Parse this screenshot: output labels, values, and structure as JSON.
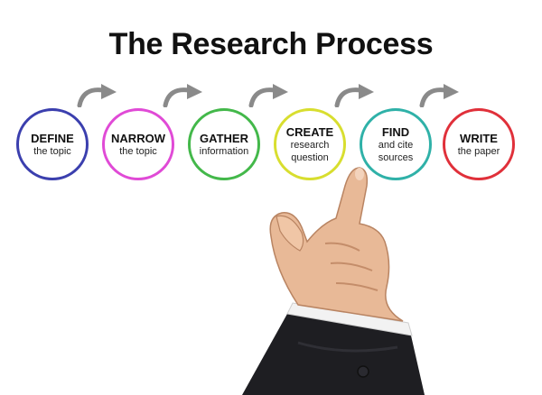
{
  "title": "The Research Process",
  "steps": [
    {
      "head": "DEFINE",
      "sub": [
        "the topic"
      ],
      "color": "#3b3fae"
    },
    {
      "head": "NARROW",
      "sub": [
        "the topic"
      ],
      "color": "#e04ad6"
    },
    {
      "head": "GATHER",
      "sub": [
        "information"
      ],
      "color": "#43b84a"
    },
    {
      "head": "CREATE",
      "sub": [
        "research",
        "question"
      ],
      "color": "#d8de2f"
    },
    {
      "head": "FIND",
      "sub": [
        "and cite",
        "sources"
      ],
      "color": "#2fb1a8"
    },
    {
      "head": "WRITE",
      "sub": [
        "the paper"
      ],
      "color": "#e0303a"
    }
  ],
  "arrow_color": "#8a8a8a",
  "icons": {
    "arrow": "curved-arrow-icon",
    "hand": "pointing-hand-icon"
  }
}
